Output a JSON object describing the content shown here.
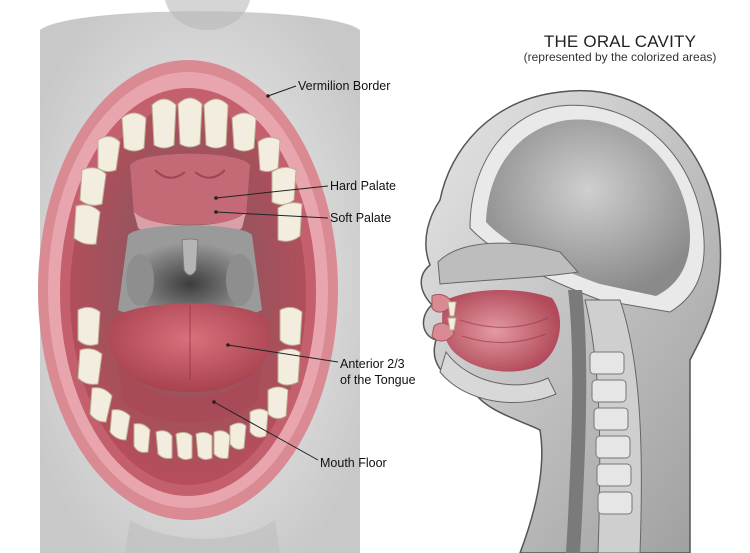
{
  "header": {
    "title": "THE ORAL CAVITY",
    "subtitle": "(represented by the colorized areas)"
  },
  "labels": {
    "vermilion_border": "Vermilion Border",
    "hard_palate": "Hard Palate",
    "soft_palate": "Soft Palate",
    "tongue_line1": "Anterior 2/3",
    "tongue_line2": "of the Tongue",
    "mouth_floor": "Mouth Floor"
  },
  "colors": {
    "oral_tissue": "#c95a6a",
    "lip": "#d98a93",
    "tooth": "#f3ede0",
    "grey_tissue": "#a9a9a9"
  }
}
